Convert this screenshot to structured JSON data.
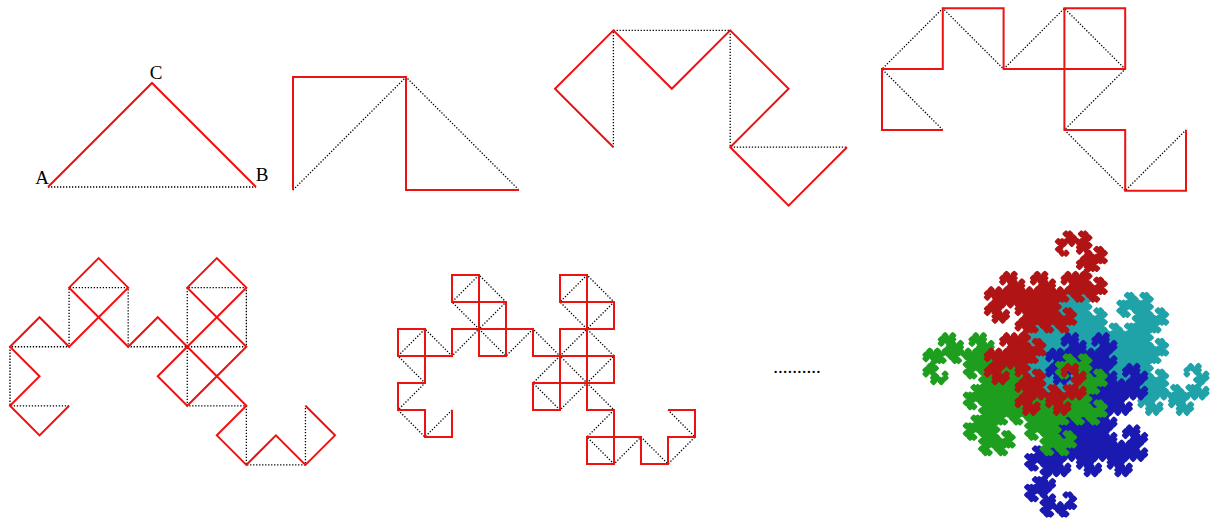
{
  "diagram": {
    "labels": [
      "C",
      "A",
      "B",
      ".........."
    ]
  }
}
